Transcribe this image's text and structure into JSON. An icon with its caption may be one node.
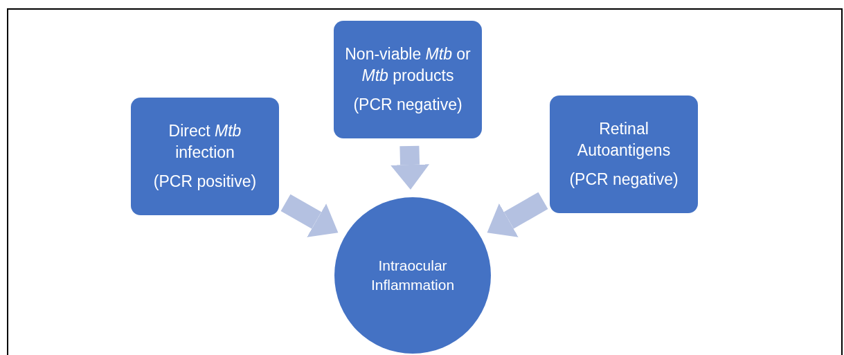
{
  "diagram": {
    "nodes": [
      {
        "text": [
          "Direct *Mtb* infection",
          "(PCR positive)"
        ]
      },
      {
        "text": [
          "Non-viable *Mtb* or *Mtb* products",
          "(PCR negative)"
        ]
      },
      {
        "text": [
          "Retinal Autoantigens",
          "(PCR negative)"
        ]
      },
      {
        "text": [
          "Intraocular Inflammation"
        ]
      }
    ],
    "edges": [
      {
        "from": 0,
        "to": 3,
        "arrow": "to"
      },
      {
        "from": 1,
        "to": 3,
        "arrow": "to"
      },
      {
        "from": 2,
        "to": 3,
        "arrow": "to"
      }
    ]
  }
}
